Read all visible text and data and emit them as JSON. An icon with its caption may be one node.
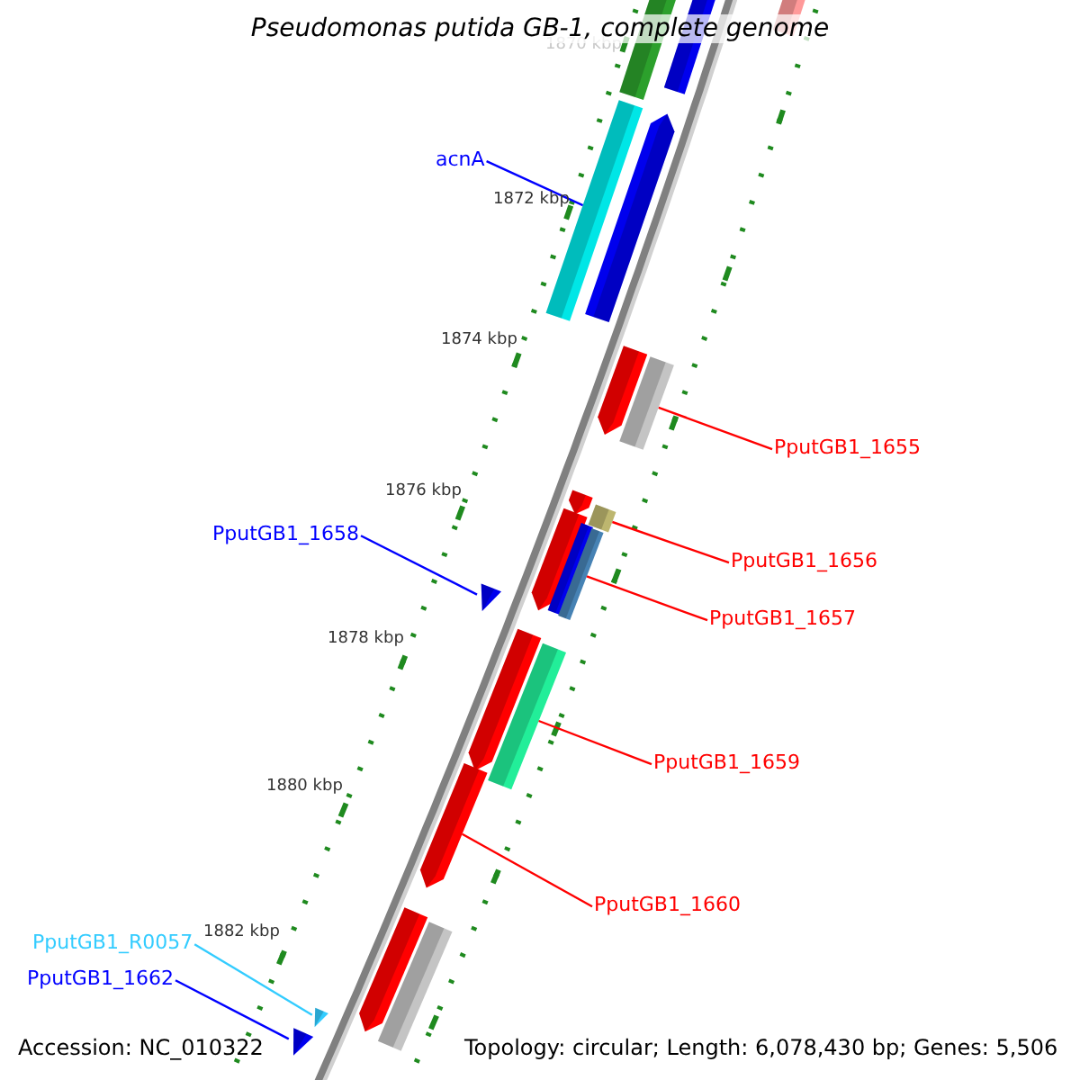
{
  "diagram": {
    "title": "Pseudomonas putida GB-1, complete genome",
    "nodes": [
      {
        "text": [],
        "shape": "box"
      },
      {
        "text": [],
        "shape": "box"
      },
      {
        "text": [],
        "shape": "box"
      },
      {
        "text": [
          "acnA"
        ]
      },
      {
        "text": [],
        "shape": "box"
      },
      {
        "text": [],
        "shape": "arrow"
      },
      {
        "text": [
          "PputGB1_1655"
        ]
      },
      {
        "text": [],
        "shape": "arrow"
      },
      {
        "text": [],
        "shape": "box"
      },
      {
        "text": [],
        "shape": "arrow"
      },
      {
        "text": [],
        "shape": "box"
      },
      {
        "text": [
          "PputGB1_1658"
        ]
      },
      {
        "text": [],
        "shape": "triangle"
      },
      {
        "text": [
          "PputGB1_1656"
        ]
      },
      {
        "text": [],
        "shape": "arrow"
      },
      {
        "text": [],
        "shape": "box"
      },
      {
        "text": [],
        "shape": "box"
      },
      {
        "text": [
          "PputGB1_1657"
        ]
      },
      {
        "text": [],
        "shape": "arrow"
      },
      {
        "text": [],
        "shape": "box"
      },
      {
        "text": [
          "PputGB1_1659"
        ]
      },
      {
        "text": [],
        "shape": "arrow"
      },
      {
        "text": [
          "PputGB1_1660"
        ]
      },
      {
        "text": [
          "PputGB1_R0057"
        ]
      },
      {
        "text": [
          "PputGB1_1662"
        ]
      },
      {
        "text": [],
        "shape": "arrow"
      },
      {
        "text": [],
        "shape": "box"
      },
      {
        "text": [],
        "shape": "triangle"
      },
      {
        "text": [],
        "shape": "triangle"
      }
    ],
    "edges": [
      {
        "from": 3,
        "to": 4,
        "arrow": "none",
        "color": "#0000ff"
      },
      {
        "from": 6,
        "to": 8,
        "arrow": "none"
      },
      {
        "from": 11,
        "to": 12,
        "arrow": "none",
        "color": "#0000ff"
      },
      {
        "from": 13,
        "to": 10,
        "arrow": "none"
      },
      {
        "from": 17,
        "to": 16,
        "arrow": "none"
      },
      {
        "from": 20,
        "to": 19,
        "arrow": "none"
      },
      {
        "from": 22,
        "to": 21,
        "arrow": "none"
      },
      {
        "from": 23,
        "to": 27,
        "arrow": "none",
        "color": "#33ccff"
      },
      {
        "from": 24,
        "to": 28,
        "arrow": "none",
        "color": "#0000ff"
      }
    ],
    "labels": [
      "1870 kbp",
      "1872 kbp",
      "1874 kbp",
      "1876 kbp",
      "1878 kbp",
      "1880 kbp",
      "1882 kbp",
      "Accession: NC_010322",
      "Topology: circular; Length: 6,078,430 bp; Genes: 5,506"
    ]
  }
}
